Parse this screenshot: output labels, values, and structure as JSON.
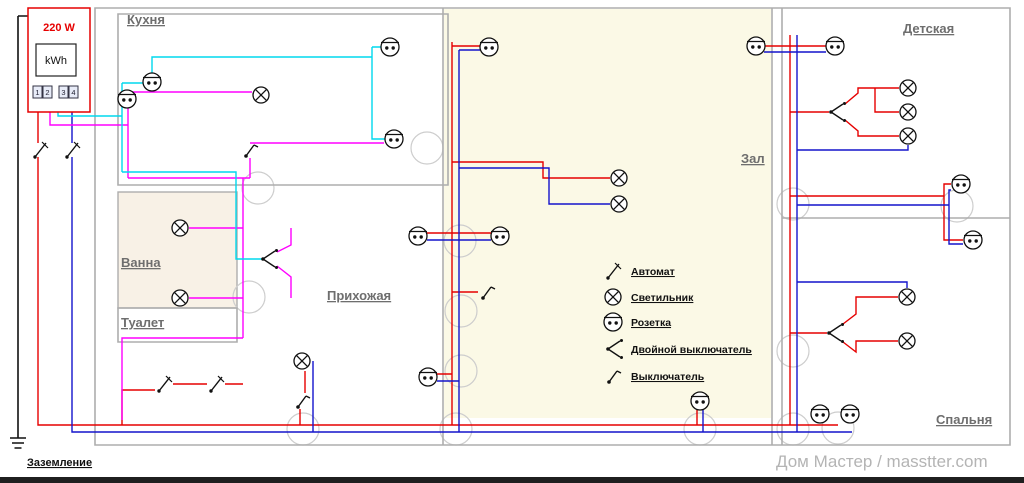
{
  "panel": {
    "voltage": "220 W",
    "meter": "kWh",
    "terminals": [
      "1",
      "2",
      "3",
      "4"
    ],
    "ground": "Заземление"
  },
  "rooms": {
    "kitchen": "Кухня",
    "bath": "Ванна",
    "toilet": "Туалет",
    "hallway": "Прихожая",
    "hall": "Зал",
    "kids_room": "Детская",
    "bedroom": "Спальня"
  },
  "legend": {
    "items": [
      {
        "icon": "breaker-icon",
        "label": "Автомат"
      },
      {
        "icon": "lamp-icon",
        "label": "Светильник"
      },
      {
        "icon": "socket-icon",
        "label": "Розетка"
      },
      {
        "icon": "double-switch-icon",
        "label": "Двойной выключатель"
      },
      {
        "icon": "switch-icon",
        "label": "Выключатель"
      }
    ]
  },
  "watermark": "Дом Мастер / masstter.com",
  "colors": {
    "phase": "#e60000",
    "neutral": "#1414cc",
    "line2": "#ff00ff",
    "line3": "#00d9ee",
    "wall": "#adadad",
    "hall_fill": "#fbf9e6",
    "bath_fill": "#f8f1e6"
  }
}
